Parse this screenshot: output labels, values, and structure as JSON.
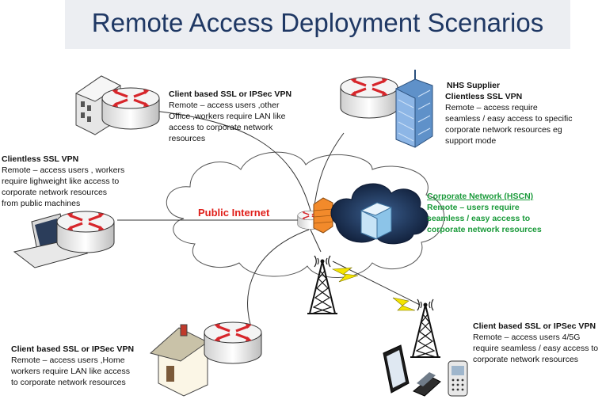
{
  "title": "Remote Access Deployment Scenarios",
  "cloud_label": "Public Internet",
  "nodes": {
    "office": {
      "heading": "Client based SSL or IPSec VPN",
      "lines": [
        "Remote – access users ,other",
        "Office ,workers require LAN like",
        "access to corporate network",
        "resources"
      ]
    },
    "supplier": {
      "org": "NHS Supplier",
      "heading": "Clientless SSL VPN",
      "lines": [
        "Remote – access  require",
        "seamless / easy access to specific",
        "corporate network resources eg",
        "support mode"
      ]
    },
    "laptop": {
      "heading": "Clientless SSL VPN",
      "lines": [
        "Remote – access users , workers",
        "require lighweight like access to",
        "corporate network resources",
        "from public machines"
      ]
    },
    "corporate": {
      "heading": "Corporate Network (HSCN)",
      "lines": [
        "Remote – users require",
        "seamless / easy access to",
        "corporate network resources"
      ]
    },
    "home": {
      "heading": "Client based SSL or IPSec VPN",
      "lines": [
        "Remote – access users ,Home",
        "workers require LAN like access",
        "to corporate network resources"
      ]
    },
    "mobile": {
      "heading": "Client based SSL or IPSec VPN",
      "lines": [
        "Remote – access users 4/5G",
        "require seamless / easy access to",
        "corporate network resources"
      ]
    }
  },
  "colors": {
    "title": "#1f3864",
    "internet": "#e0201b",
    "corporate": "#1a9a3a",
    "router_arrow": "#d7262b",
    "lightning": "#f4e400"
  }
}
